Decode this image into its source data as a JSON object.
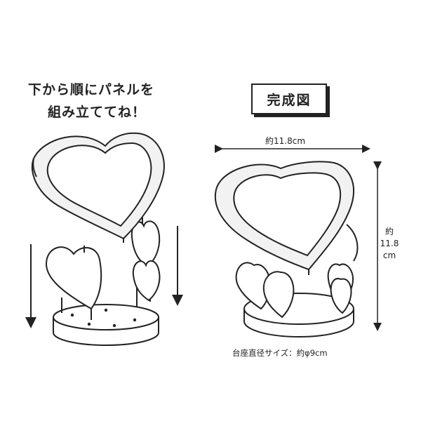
{
  "instruction": {
    "line1": "下から順にパネルを",
    "line2": "組み立ててね！"
  },
  "completed_title": "完成図",
  "dimensions": {
    "width_label": "約11.8cm",
    "height_label_1": "約",
    "height_label_2": "11.8",
    "height_label_3": "cm",
    "base_label": "台座直径サイズ：約φ9cm"
  },
  "colors": {
    "line": "#222222",
    "heart_fill": "#f2f2f2",
    "background": "#ffffff"
  }
}
